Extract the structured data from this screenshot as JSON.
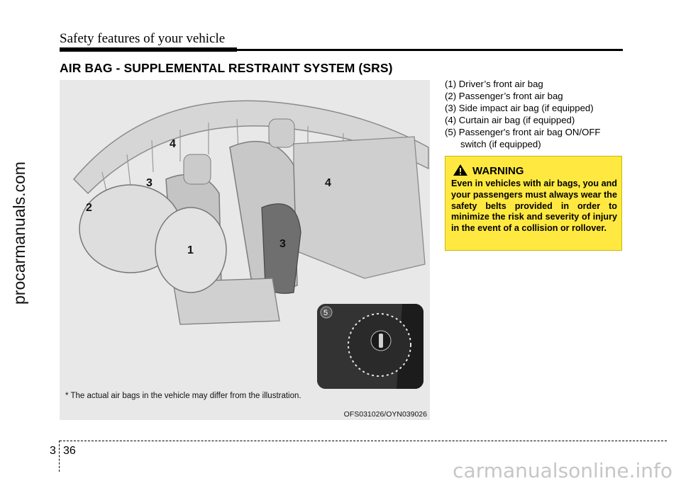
{
  "header": {
    "title": "Safety features of your vehicle"
  },
  "section": {
    "title": "AIR BAG - SUPPLEMENTAL RESTRAINT SYSTEM (SRS)"
  },
  "figure": {
    "caption": "* The actual air bags in the vehicle may differ from the illustration.",
    "code": "OFS031026/OYN039026",
    "labels": [
      "4",
      "3",
      "2",
      "1",
      "4",
      "3",
      "5"
    ],
    "inset_label": "5"
  },
  "list": {
    "item1": "(1) Driver’s front air bag",
    "item2": "(2) Passenger’s front air bag",
    "item3": "(3) Side impact air bag (if equipped)",
    "item4": "(4) Curtain air bag (if equipped)",
    "item5a": "(5) Passenger's front air bag ON/OFF",
    "item5b": "switch (if equipped)"
  },
  "warning": {
    "heading": "WARNING",
    "icon": "warning-triangle-icon",
    "text": "Even in vehicles with air bags, you and your passengers must always wear the safety belts provided in order to minimize the risk and severity of injury in the event of a collision or rollover."
  },
  "footer": {
    "chapter": "3",
    "page": "36"
  },
  "watermarks": {
    "left": "procarmanuals.com",
    "bottom": "carmanualsonline.info"
  },
  "colors": {
    "warning_bg": "#ffe940",
    "figure_bg": "#e8e8e8"
  }
}
